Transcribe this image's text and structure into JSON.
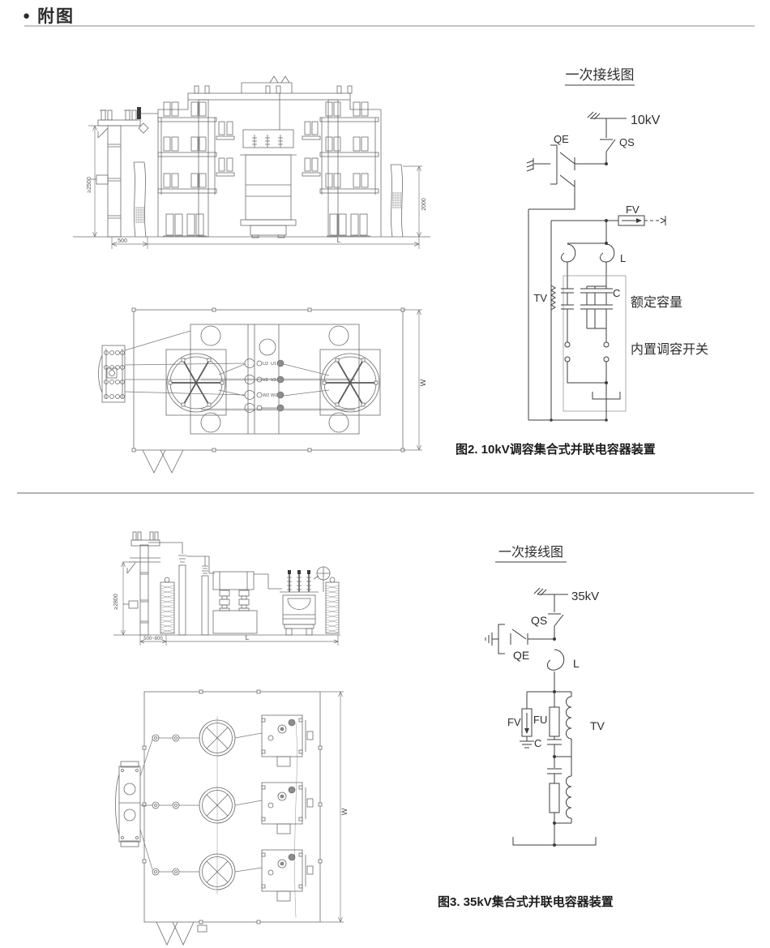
{
  "header": {
    "bullet": "●",
    "title": "附图"
  },
  "fig2": {
    "caption": "图2. 10kV调容集合式并联电容器装置",
    "schematic": {
      "title": "一次接线图",
      "voltage": "10kV",
      "qs": "QS",
      "qe": "QE",
      "fv": "FV",
      "l": "L",
      "tv": "TV",
      "c": "C",
      "rated_capacity": "额定容量",
      "builtin_switch": "内置调容开关"
    },
    "front_view": {
      "dim_height": "≥2500",
      "dim_offset": "500",
      "dim_length": "L",
      "dim_fence_height": "2000"
    },
    "plan_view": {
      "dim_width": "W",
      "terminals": {
        "u2": "U2",
        "u1": "U1",
        "v2": "V2",
        "v1": "V1",
        "w2": "W2",
        "w1": "W1"
      }
    }
  },
  "fig3": {
    "caption": "图3. 35kV集合式并联电容器装置",
    "schematic": {
      "title": "一次接线图",
      "voltage": "35kV",
      "qs": "QS",
      "qe": "QE",
      "l": "L",
      "fv": "FV",
      "fu": "FU",
      "tv": "TV",
      "c": "C"
    },
    "side_view": {
      "dim_height": "≥2800",
      "dim_offset": "500~800",
      "dim_length": "L"
    },
    "plan_view": {
      "dim_width": "W"
    }
  }
}
